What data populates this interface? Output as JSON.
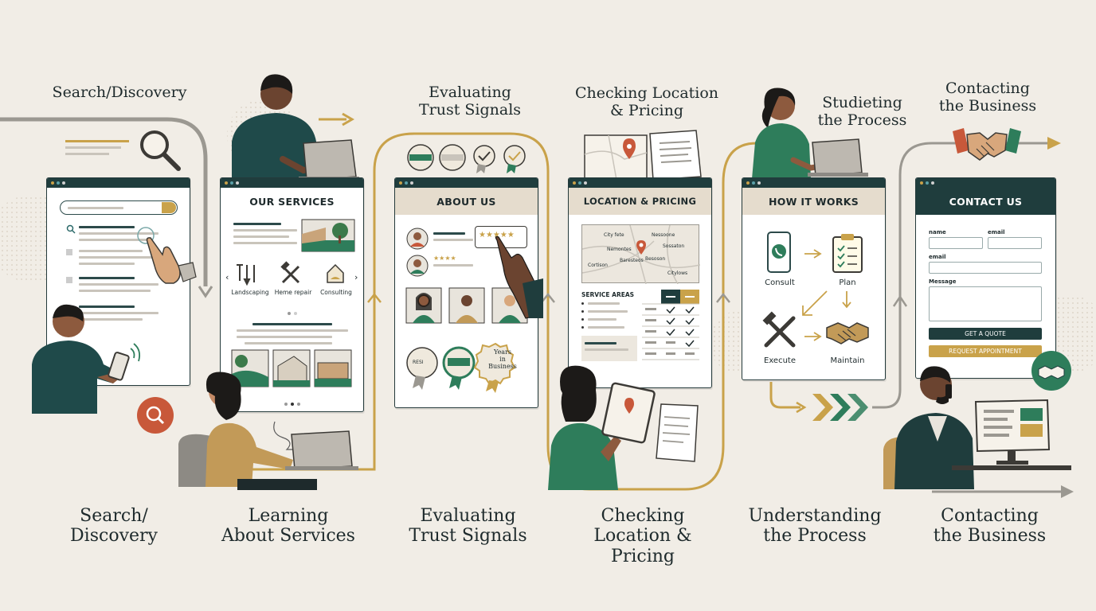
{
  "top_labels": {
    "search": "Search/Discovery",
    "trust": "Evaluating\nTrust Signals",
    "location": "Checking Location\n& Pricing",
    "process": "Studieting\nthe Process",
    "contact": "Contacting\nthe Business"
  },
  "bottom_labels": {
    "search": "Search/\nDiscovery",
    "learning": "Learning\nAbout Services",
    "trust": "Evaluating\nTrust Signals",
    "location": "Checking\nLocation & Pricing",
    "process": "Understanding\nthe Process",
    "contact": "Contacting\nthe Business"
  },
  "services": {
    "title": "OUR SERVICES",
    "items": [
      "Landscaping",
      "Heme repair",
      "Consulting"
    ]
  },
  "about": {
    "title": "ABOUT US",
    "years_badge": "Years\nin\nBusiness",
    "badge_small": "RESI"
  },
  "location": {
    "title": "LOCATION & PRICING",
    "map_cities": [
      "City fete",
      "Nessoone",
      "Nemontes",
      "Baresteos",
      "Sossaton",
      "Cortison",
      "Besoson",
      "Citylows"
    ],
    "service_areas": "SERVICE AREAS"
  },
  "howitworks": {
    "title": "HOW IT WORKS",
    "steps": [
      "Consult",
      "Plan",
      "Execute",
      "Maintain"
    ]
  },
  "contact": {
    "title": "CONTACT US",
    "name_label": "name",
    "email_label": "email",
    "email2_label": "email",
    "message_label": "Message",
    "quote_btn": "GET A QUOTE",
    "appt_btn": "REQUEST APPOINTMENT"
  },
  "colors": {
    "background": "#f1ede6",
    "dark_teal": "#1f3d3d",
    "green": "#2e7d5b",
    "gold": "#c9a24a",
    "orange": "#c8583a"
  }
}
